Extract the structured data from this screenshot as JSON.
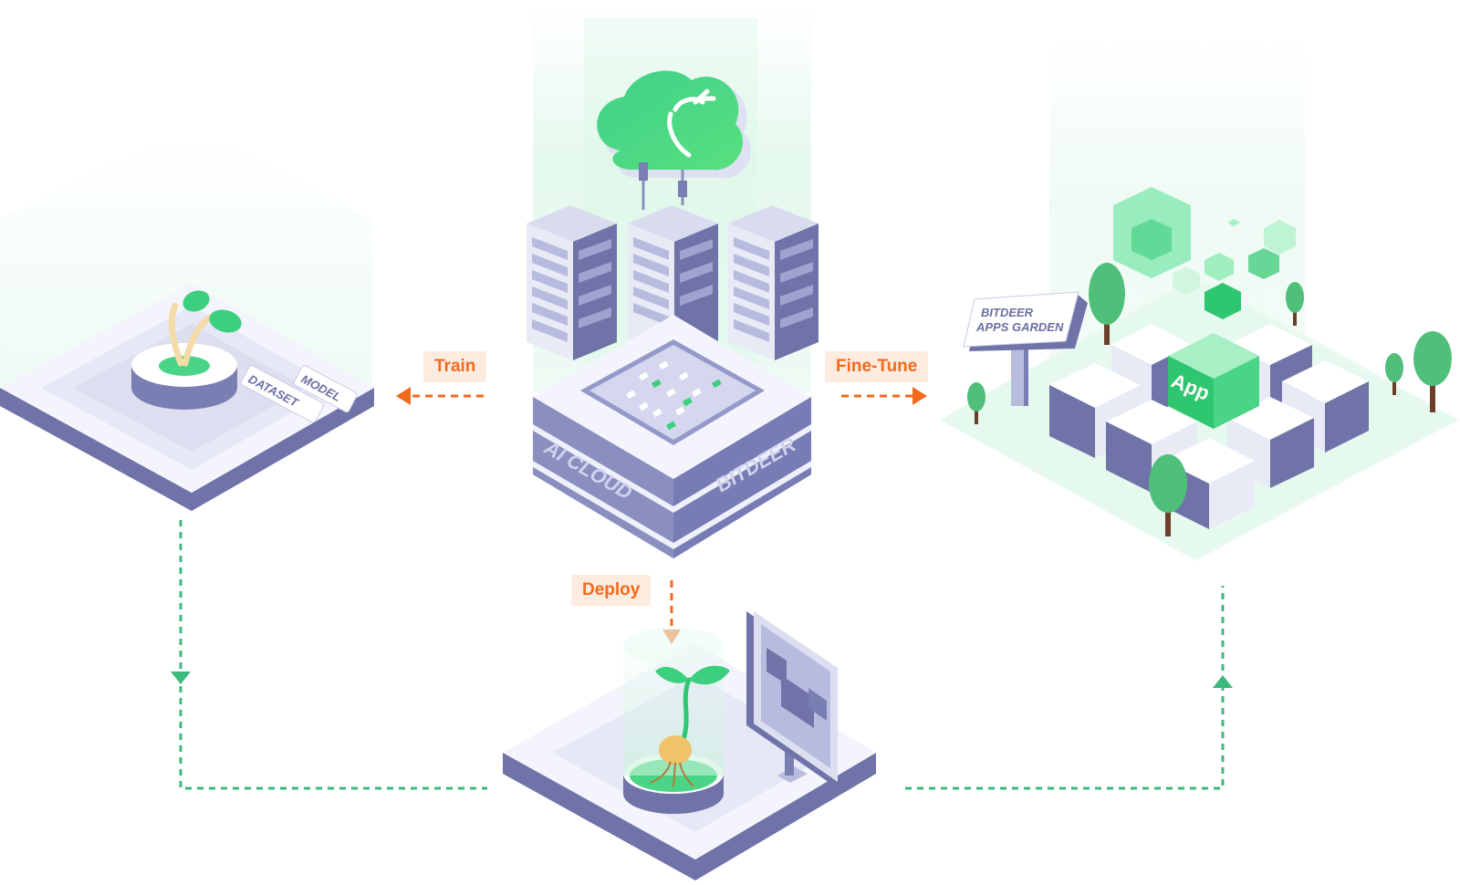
{
  "flow_labels": {
    "train": "Train",
    "fine_tune": "Fine-Tune",
    "deploy": "Deploy"
  },
  "dataset_platform": {
    "model_tag": "MODEL",
    "dataset_tag": "DATASET"
  },
  "ai_cloud_platform": {
    "side_text_left": "AI CLOUD",
    "side_text_right": "BITDEER"
  },
  "apps_garden": {
    "sign_line_1": "BITDEER",
    "sign_line_2": "APPS GARDEN",
    "app_block_label": "App"
  },
  "colors": {
    "accent_orange": "#f36a1d",
    "label_bg": "#fdebe0",
    "flow_green": "#3cb97c",
    "brand_green": "#49d585",
    "platform_top": "#f4f5fc",
    "platform_side": "#6f73a8"
  },
  "icons": [
    "sprout-icon",
    "cloud-deer-icon",
    "server-rack-icon",
    "tree-icon",
    "monitor-icon",
    "signboard-icon"
  ]
}
